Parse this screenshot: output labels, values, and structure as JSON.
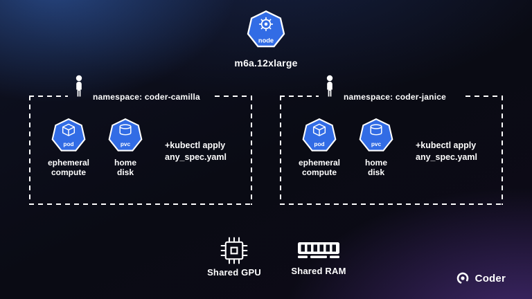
{
  "colors": {
    "k8s_blue": "#326CE5",
    "foreground": "#ffffff"
  },
  "node": {
    "icon_label": "node",
    "instance_type": "m6a.12xlarge"
  },
  "namespaces": [
    {
      "title": "namespace: coder-camilla",
      "pod": {
        "icon_label": "pod",
        "caption": "ephemeral\ncompute"
      },
      "pvc": {
        "icon_label": "pvc",
        "caption": "home\ndisk"
      },
      "kubectl_note": "+kubectl apply\nany_spec.yaml"
    },
    {
      "title": "namespace: coder-janice",
      "pod": {
        "icon_label": "pod",
        "caption": "ephemeral\ncompute"
      },
      "pvc": {
        "icon_label": "pvc",
        "caption": "home\ndisk"
      },
      "kubectl_note": "+kubectl apply\nany_spec.yaml"
    }
  ],
  "footer": {
    "gpu_label": "Shared GPU",
    "ram_label": "Shared RAM",
    "brand": "Coder"
  }
}
